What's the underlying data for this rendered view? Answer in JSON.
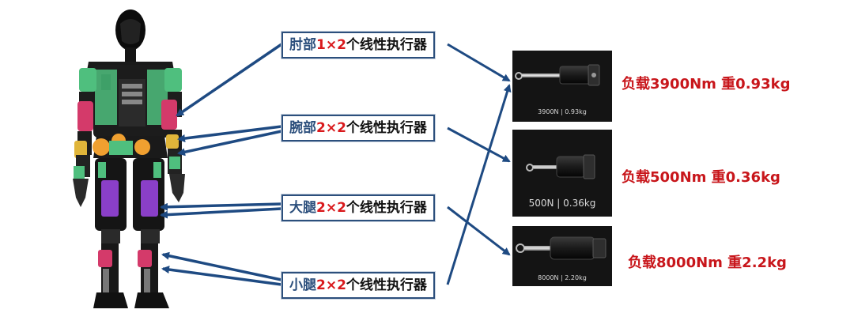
{
  "labels": [
    {
      "part": "肘部",
      "count": "1×2",
      "desc": "个线性执行器"
    },
    {
      "part": "腕部",
      "count": "2×2",
      "desc": "个线性执行器"
    },
    {
      "part": "大腿",
      "count": "2×2",
      "desc": "个线性执行器"
    },
    {
      "part": "小腿",
      "count": "2×2",
      "desc": "个线性执行器"
    }
  ],
  "actuators": [
    {
      "caption": "3900N  |  0.93kg",
      "spec": "负载3900Nm 重0.93kg"
    },
    {
      "caption": "500N  |  0.36kg",
      "spec": "负载500Nm 重0.36kg"
    },
    {
      "caption": "8000N  |  2.20kg",
      "spec": "负载8000Nm 重2.2kg"
    }
  ],
  "colors": {
    "arrow": "#1e4a82",
    "accent": "#d9191c",
    "robot_green": "#4fbf7e",
    "robot_pink": "#d43a6a",
    "robot_purple": "#8a3fc8"
  }
}
